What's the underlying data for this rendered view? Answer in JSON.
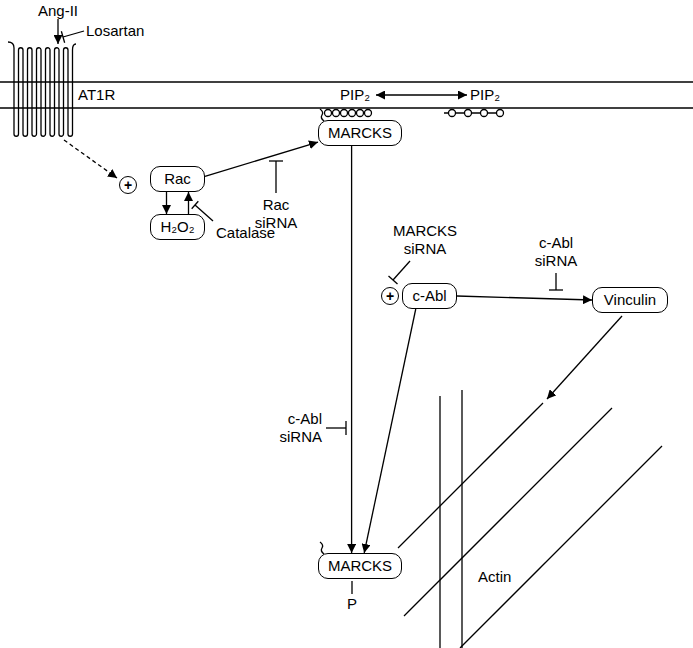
{
  "diagram": {
    "nodes": [
      {
        "text": [
          "MARCKS"
        ]
      },
      {
        "text": [
          "+"
        ]
      },
      {
        "text": [
          "Rac"
        ]
      },
      {
        "text": [
          "H₂O₂"
        ]
      },
      {
        "text": [
          "+"
        ]
      },
      {
        "text": [
          "c-Abl"
        ]
      },
      {
        "text": [
          "Vinculin"
        ]
      },
      {
        "text": [
          "MARCKS"
        ]
      }
    ],
    "edges": [
      {
        "from": 2,
        "to": 3,
        "arrow": "to"
      },
      {
        "from": 3,
        "to": 2,
        "arrow": "to"
      },
      {
        "from": 2,
        "to": 0,
        "arrow": "to"
      },
      {
        "from": 0,
        "to": 7,
        "arrow": "to"
      },
      {
        "from": 5,
        "to": 6,
        "arrow": "to"
      },
      {
        "from": 5,
        "to": 7,
        "arrow": "to"
      }
    ],
    "labels": [
      "Ang-II",
      "Losartan",
      "AT1R",
      "PIP₂",
      "PIP₂",
      "Rac siRNA",
      "Catalase",
      "c-Abl siRNA",
      "MARCKS siRNA",
      "c-Abl siRNA",
      "P",
      "Actin"
    ]
  }
}
